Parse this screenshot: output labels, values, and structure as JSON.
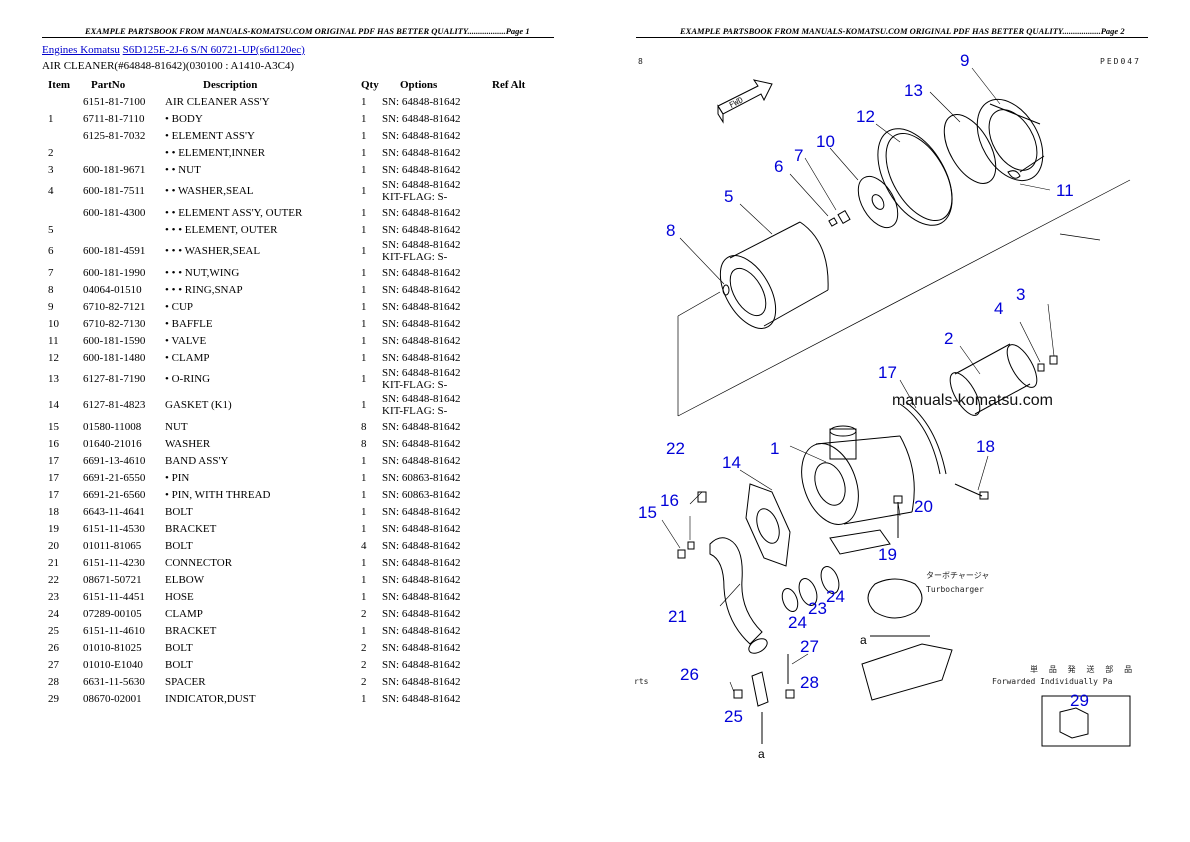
{
  "header": {
    "page1": "EXAMPLE PARTSBOOK FROM MANUALS-KOMATSU.COM ORIGINAL PDF HAS BETTER QUALITY..................Page 1",
    "page2": "EXAMPLE PARTSBOOK FROM MANUALS-KOMATSU.COM ORIGINAL PDF HAS BETTER QUALITY..................Page 2"
  },
  "breadcrumb": {
    "link1": "Engines Komatsu",
    "link2": "S6D125E-2J-6 S/N 60721-UP(s6d120ec)"
  },
  "subtitle": "AIR CLEANER(#64848-81642)(030100 : A1410-A3C4)",
  "columns": {
    "item": "Item",
    "part": "PartNo",
    "desc": "Description",
    "qty": "Qty",
    "opt": "Options",
    "ref": "Ref Alt"
  },
  "rows": [
    {
      "item": "",
      "part": "6151-81-7100",
      "desc": "AIR CLEANER ASS'Y",
      "qty": "1",
      "opt": "SN: 64848-81642",
      "opt2": ""
    },
    {
      "item": "1",
      "part": "6711-81-7110",
      "desc": "• BODY",
      "qty": "1",
      "opt": "SN: 64848-81642",
      "opt2": ""
    },
    {
      "item": "",
      "part": "6125-81-7032",
      "desc": "• ELEMENT ASS'Y",
      "qty": "1",
      "opt": "SN: 64848-81642",
      "opt2": ""
    },
    {
      "item": "2",
      "part": "",
      "desc": "• • ELEMENT,INNER",
      "qty": "1",
      "opt": "SN: 64848-81642",
      "opt2": ""
    },
    {
      "item": "3",
      "part": "600-181-9671",
      "desc": "• • NUT",
      "qty": "1",
      "opt": "SN: 64848-81642",
      "opt2": ""
    },
    {
      "item": "4",
      "part": "600-181-7511",
      "desc": "• • WASHER,SEAL",
      "qty": "1",
      "opt": "SN: 64848-81642",
      "opt2": "KIT-FLAG: S-"
    },
    {
      "item": "",
      "part": "600-181-4300",
      "desc": "• • ELEMENT ASS'Y, OUTER",
      "qty": "1",
      "opt": "SN: 64848-81642",
      "opt2": ""
    },
    {
      "item": "5",
      "part": "",
      "desc": "• • • ELEMENT, OUTER",
      "qty": "1",
      "opt": "SN: 64848-81642",
      "opt2": ""
    },
    {
      "item": "6",
      "part": "600-181-4591",
      "desc": "• • • WASHER,SEAL",
      "qty": "1",
      "opt": "SN: 64848-81642",
      "opt2": "KIT-FLAG: S-"
    },
    {
      "item": "7",
      "part": "600-181-1990",
      "desc": "• • • NUT,WING",
      "qty": "1",
      "opt": "SN: 64848-81642",
      "opt2": ""
    },
    {
      "item": "8",
      "part": "04064-01510",
      "desc": "• • • RING,SNAP",
      "qty": "1",
      "opt": "SN: 64848-81642",
      "opt2": ""
    },
    {
      "item": "9",
      "part": "6710-82-7121",
      "desc": "• CUP",
      "qty": "1",
      "opt": "SN: 64848-81642",
      "opt2": ""
    },
    {
      "item": "10",
      "part": "6710-82-7130",
      "desc": "• BAFFLE",
      "qty": "1",
      "opt": "SN: 64848-81642",
      "opt2": ""
    },
    {
      "item": "11",
      "part": "600-181-1590",
      "desc": "• VALVE",
      "qty": "1",
      "opt": "SN: 64848-81642",
      "opt2": ""
    },
    {
      "item": "12",
      "part": "600-181-1480",
      "desc": "• CLAMP",
      "qty": "1",
      "opt": "SN: 64848-81642",
      "opt2": ""
    },
    {
      "item": "13",
      "part": "6127-81-7190",
      "desc": "• O-RING",
      "qty": "1",
      "opt": "SN: 64848-81642",
      "opt2": "KIT-FLAG: S-"
    },
    {
      "item": "14",
      "part": "6127-81-4823",
      "desc": "GASKET (K1)",
      "qty": "1",
      "opt": "SN: 64848-81642",
      "opt2": "KIT-FLAG: S-"
    },
    {
      "item": "15",
      "part": "01580-11008",
      "desc": "NUT",
      "qty": "8",
      "opt": "SN: 64848-81642",
      "opt2": ""
    },
    {
      "item": "16",
      "part": "01640-21016",
      "desc": "WASHER",
      "qty": "8",
      "opt": "SN: 64848-81642",
      "opt2": ""
    },
    {
      "item": "17",
      "part": "6691-13-4610",
      "desc": "BAND ASS'Y",
      "qty": "1",
      "opt": "SN: 64848-81642",
      "opt2": ""
    },
    {
      "item": "17",
      "part": "6691-21-6550",
      "desc": "• PIN",
      "qty": "1",
      "opt": "SN: 60863-81642",
      "opt2": ""
    },
    {
      "item": "17",
      "part": "6691-21-6560",
      "desc": "• PIN, WITH THREAD",
      "qty": "1",
      "opt": "SN: 60863-81642",
      "opt2": ""
    },
    {
      "item": "18",
      "part": "6643-11-4641",
      "desc": "BOLT",
      "qty": "1",
      "opt": "SN: 64848-81642",
      "opt2": ""
    },
    {
      "item": "19",
      "part": "6151-11-4530",
      "desc": "BRACKET",
      "qty": "1",
      "opt": "SN: 64848-81642",
      "opt2": ""
    },
    {
      "item": "20",
      "part": "01011-81065",
      "desc": "BOLT",
      "qty": "4",
      "opt": "SN: 64848-81642",
      "opt2": ""
    },
    {
      "item": "21",
      "part": "6151-11-4230",
      "desc": "CONNECTOR",
      "qty": "1",
      "opt": "SN: 64848-81642",
      "opt2": ""
    },
    {
      "item": "22",
      "part": "08671-50721",
      "desc": "ELBOW",
      "qty": "1",
      "opt": "SN: 64848-81642",
      "opt2": ""
    },
    {
      "item": "23",
      "part": "6151-11-4451",
      "desc": "HOSE",
      "qty": "1",
      "opt": "SN: 64848-81642",
      "opt2": ""
    },
    {
      "item": "24",
      "part": "07289-00105",
      "desc": "CLAMP",
      "qty": "2",
      "opt": "SN: 64848-81642",
      "opt2": ""
    },
    {
      "item": "25",
      "part": "6151-11-4610",
      "desc": "BRACKET",
      "qty": "1",
      "opt": "SN: 64848-81642",
      "opt2": ""
    },
    {
      "item": "26",
      "part": "01010-81025",
      "desc": "BOLT",
      "qty": "2",
      "opt": "SN: 64848-81642",
      "opt2": ""
    },
    {
      "item": "27",
      "part": "01010-E1040",
      "desc": "BOLT",
      "qty": "2",
      "opt": "SN: 64848-81642",
      "opt2": ""
    },
    {
      "item": "28",
      "part": "6631-11-5630",
      "desc": "SPACER",
      "qty": "2",
      "opt": "SN: 64848-81642",
      "opt2": ""
    },
    {
      "item": "29",
      "part": "08670-02001",
      "desc": "INDICATOR,DUST",
      "qty": "1",
      "opt": "SN: 64848-81642",
      "opt2": ""
    }
  ],
  "diagram": {
    "code": "PED047",
    "corner_mark": "8",
    "fwd": "FWD",
    "watermark": "manuals-komatsu.com",
    "turbo_jp": "ターボチャージャ",
    "turbo_en": "Turbocharger",
    "forwarded_jp": "単 品 発 送 部 品",
    "forwarded_en": "Forwarded Individually Pa",
    "parts_fragment": "rts",
    "point_a": "a",
    "callouts": [
      "1",
      "2",
      "3",
      "4",
      "5",
      "6",
      "7",
      "8",
      "9",
      "10",
      "11",
      "12",
      "13",
      "14",
      "15",
      "16",
      "17",
      "18",
      "19",
      "20",
      "21",
      "22",
      "23",
      "24",
      "25",
      "26",
      "27",
      "28",
      "29"
    ]
  }
}
